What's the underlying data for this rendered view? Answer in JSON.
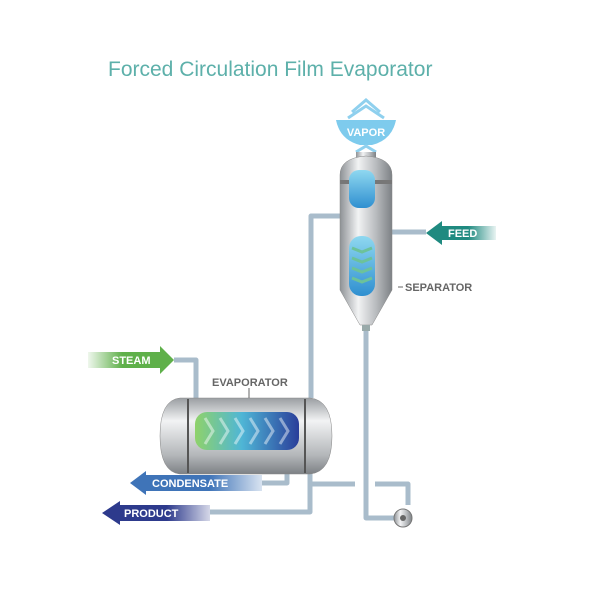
{
  "title": "Forced Circulation Film Evaporator",
  "labels": {
    "vapor": "VAPOR",
    "feed": "FEED",
    "separator": "SEPARATOR",
    "steam": "STEAM",
    "evaporator": "EVAPORATOR",
    "condensate": "CONDENSATE",
    "product": "PRODUCT"
  },
  "colors": {
    "title": "#5db0aa",
    "feed": "#1f8a80",
    "steam": "#5fb04a",
    "condensate": "#3f74b8",
    "product": "#2d3a8c",
    "vapor": "#6cc2e6",
    "pipe": "#a9bccb"
  }
}
